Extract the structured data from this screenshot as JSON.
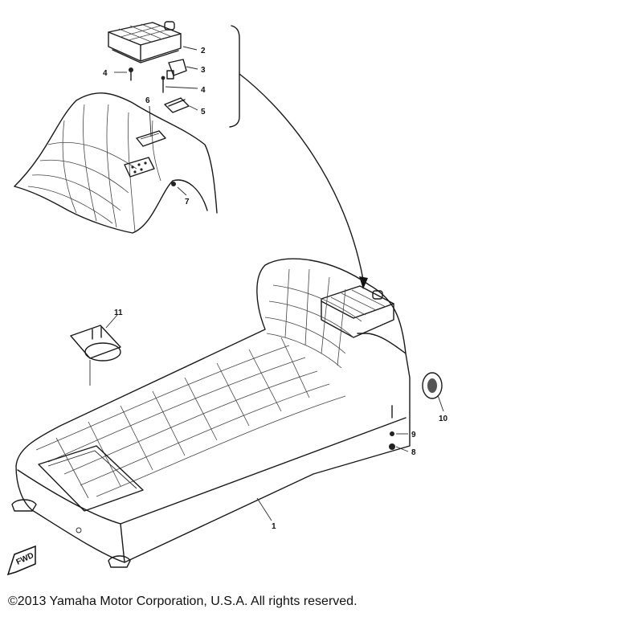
{
  "callouts": {
    "p1": "1",
    "p2": "2",
    "p3": "3",
    "p4a": "4",
    "p4b": "4",
    "p5": "5",
    "p6": "6",
    "p7": "7",
    "p8": "8",
    "p9": "9",
    "p10": "10",
    "p11": "11"
  },
  "fwd_label": "FWD",
  "copyright": "©2013 Yamaha Motor Corporation, U.S.A. All rights reserved."
}
